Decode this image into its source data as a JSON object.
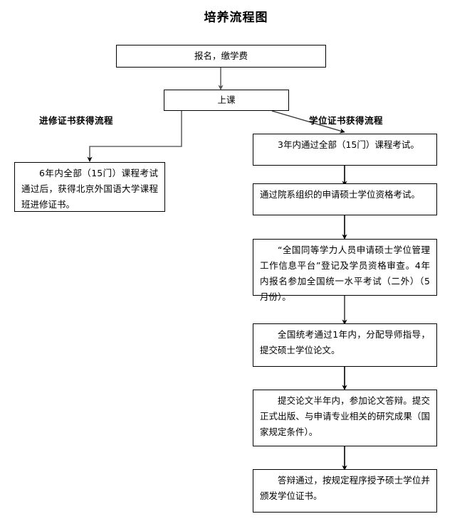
{
  "title": "培养流程图",
  "branch_labels": {
    "left": "进修证书获得流程",
    "right": "学位证书获得流程"
  },
  "nodes": {
    "start": "报名，缴学费",
    "class": "上课",
    "left_cert": "6年内全部（15门）课程考试通过后，获得北京外国语大学课程班进修证书。",
    "right_1": "3年内通过全部（15门）课程考试。",
    "right_2": "通过院系组织的申请硕士学位资格考试。",
    "right_3": "“全国同等学力人员申请硕士学位管理工作信息平台”登记及学员资格审查。4年内报名参加全国统一水平考试（二外）（5月份）。",
    "right_4": "全国统考通过1年内，分配导师指导，提交硕士学位论文。",
    "right_5": "提交论文半年内，参加论文答辩。提交正式出版、与申请专业相关的研究成果（国家规定条件）。",
    "right_6": "答辩通过，按规定程序授予硕士学位并颁发学位证书。"
  },
  "colors": {
    "stroke": "#000000",
    "connector_gray": "#6b6b6b",
    "background": "#ffffff"
  }
}
